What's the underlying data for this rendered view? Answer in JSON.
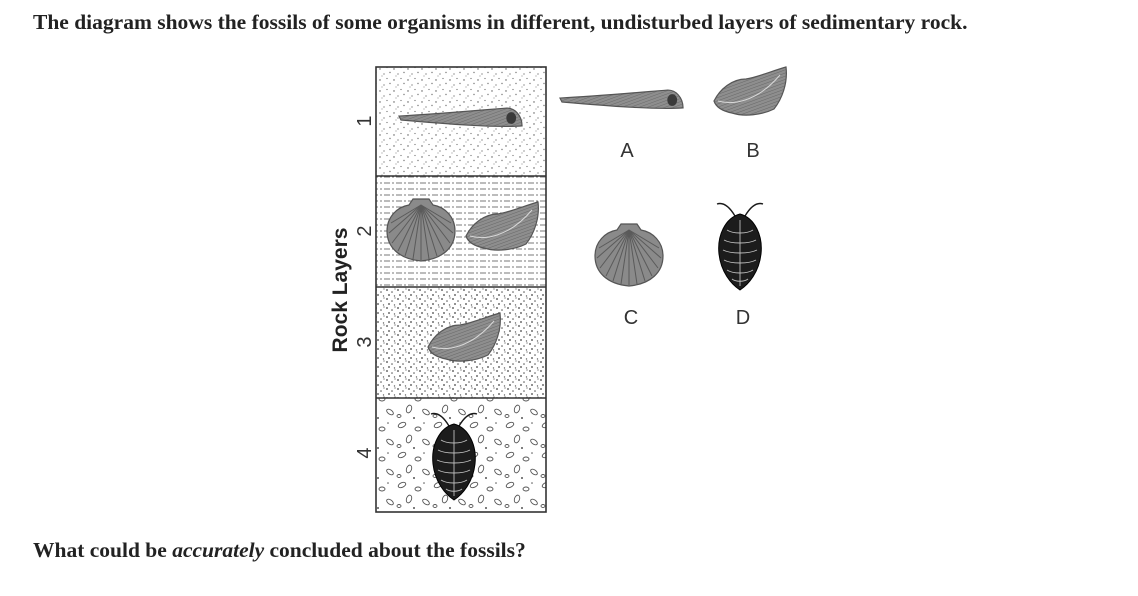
{
  "intro_text": "The diagram shows the fossils of some organisms in different, undisturbed layers of sedimentary rock.",
  "question": {
    "prefix": "What could be ",
    "emphasis": "accurately",
    "suffix": " concluded about the fossils?"
  },
  "axis_title": "Rock Layers",
  "layers": [
    {
      "label": "1",
      "texture": "fine-sand",
      "fossils": [
        "A"
      ]
    },
    {
      "label": "2",
      "texture": "dashed-shale",
      "fossils": [
        "C",
        "B"
      ]
    },
    {
      "label": "3",
      "texture": "coarse-sand",
      "fossils": [
        "B"
      ]
    },
    {
      "label": "4",
      "texture": "pebbles",
      "fossils": [
        "D"
      ]
    }
  ],
  "key": [
    {
      "label": "A",
      "organism": "cone-shell"
    },
    {
      "label": "B",
      "organism": "brachiopod"
    },
    {
      "label": "C",
      "organism": "scallop"
    },
    {
      "label": "D",
      "organism": "trilobite"
    }
  ],
  "colors": {
    "fossil_fill": "#8c8c8c",
    "fossil_dark": "#555555",
    "trilobite": "#1a1a1a"
  }
}
